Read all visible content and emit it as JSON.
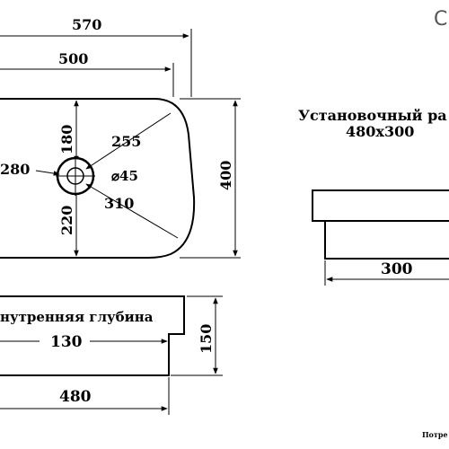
{
  "header": {
    "corner_mark": "C",
    "install_title": "Установочный ра",
    "install_size": "480x300"
  },
  "top_view": {
    "width_570": "570",
    "width_500": "500",
    "height_400": "400",
    "upper_180": "180",
    "lower_220": "220",
    "left_280": "280",
    "radius_255": "255",
    "radius_310": "310",
    "drain_45": "⌀45"
  },
  "side_view": {
    "inner_depth_label": "нутренняя глубина",
    "inner_depth_value": "130",
    "height_150": "150",
    "width_480": "480"
  },
  "install_view": {
    "width_300": "300"
  },
  "footer": {
    "note": "Потре"
  }
}
